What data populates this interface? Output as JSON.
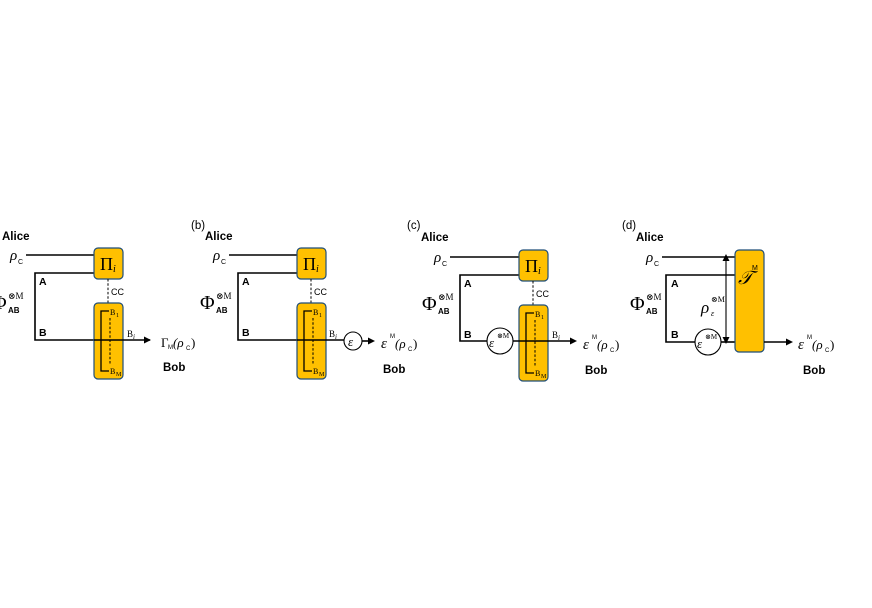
{
  "panels": [
    {
      "id": "a",
      "label": "",
      "alice": "Alice",
      "bob": "Bob",
      "rho": "ρ",
      "rho_sub": "C",
      "phi": "Φ",
      "phi_sup": "⊗M",
      "phi_sub": "AB",
      "port_a": "A",
      "port_b": "B",
      "proj": "Π",
      "proj_sub": "i",
      "cc": "CC",
      "b_top": "B",
      "b_top_sub": "1",
      "b_bot": "B",
      "b_bot_sub": "M",
      "bi": "B",
      "bi_sub": "i",
      "out_main": "Γ",
      "out_sub": "M",
      "out_arg": "(ρ",
      "out_arg_sub": "C",
      "out_close": ")"
    },
    {
      "id": "b",
      "label": "(b)",
      "alice": "Alice",
      "bob": "Bob",
      "rho": "ρ",
      "rho_sub": "C",
      "phi": "Φ",
      "phi_sup": "⊗M",
      "phi_sub": "AB",
      "port_a": "A",
      "port_b": "B",
      "proj": "Π",
      "proj_sub": "i",
      "cc": "CC",
      "b_top": "B",
      "b_top_sub": "1",
      "b_bot": "B",
      "b_bot_sub": "M",
      "bi": "B",
      "bi_sub": "i",
      "channel": "ε",
      "out_main": "ε",
      "out_sub": "M",
      "out_arg": "(ρ",
      "out_arg_sub": "C",
      "out_close": ")"
    },
    {
      "id": "c",
      "label": "(c)",
      "alice": "Alice",
      "bob": "Bob",
      "rho": "ρ",
      "rho_sub": "C",
      "phi": "Φ",
      "phi_sup": "⊗M",
      "phi_sub": "AB",
      "port_a": "A",
      "port_b": "B",
      "proj": "Π",
      "proj_sub": "i",
      "cc": "CC",
      "b_top": "B",
      "b_top_sub": "1",
      "b_bot": "B",
      "b_bot_sub": "M",
      "bi": "B",
      "bi_sub": "i",
      "channel": "ε",
      "channel_sup": "⊗M",
      "out_main": "ε",
      "out_sub": "M",
      "out_arg": "(ρ",
      "out_arg_sub": "C",
      "out_close": ")"
    },
    {
      "id": "d",
      "label": "(d)",
      "alice": "Alice",
      "bob": "Bob",
      "rho": "ρ",
      "rho_sub": "C",
      "phi": "Φ",
      "phi_sup": "⊗M",
      "phi_sub": "AB",
      "port_a": "A",
      "port_b": "B",
      "channel": "ε",
      "channel_sup": "⊗M",
      "choi": "ρ",
      "choi_sup": "⊗M",
      "choi_sub": "ε",
      "tele": "𝒯",
      "tele_sup": "M",
      "out_main": "ε",
      "out_sub": "M",
      "out_arg": "(ρ",
      "out_arg_sub": "C",
      "out_close": ")"
    }
  ],
  "colors": {
    "box_fill": "#FFC000",
    "box_stroke": "#1F4E79",
    "wire": "#000000"
  }
}
